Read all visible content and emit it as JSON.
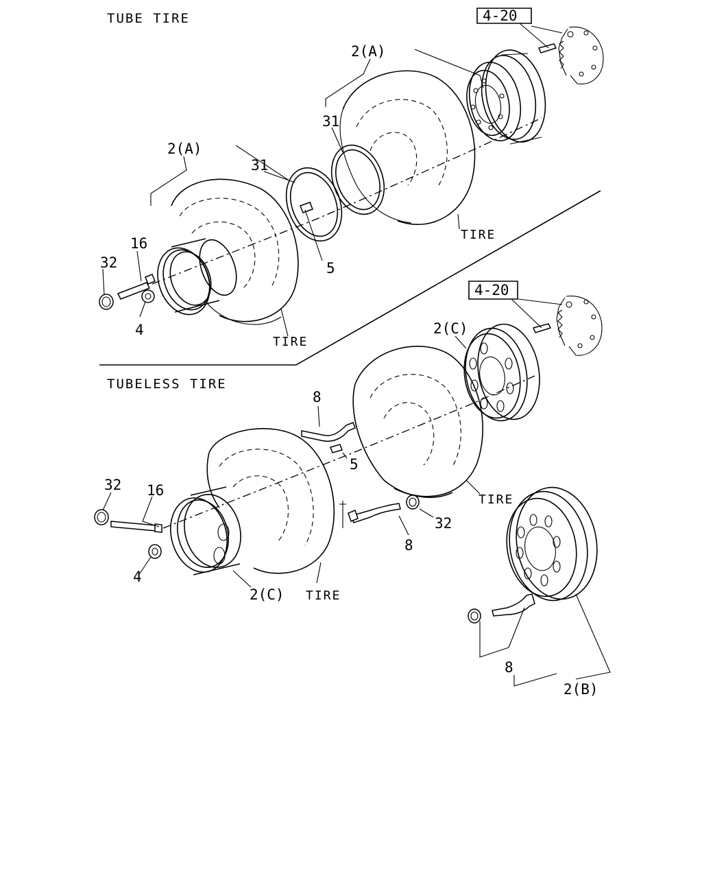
{
  "sections": {
    "tube": "TUBE TIRE",
    "tubeless": "TUBELESS TIRE"
  },
  "refs": {
    "upper": "4-20",
    "lower": "4-20"
  },
  "labels": {
    "tube_2a_right": "2(A)",
    "tube_2a_left": "2(A)",
    "tube_31_right": "31",
    "tube_31_left": "31",
    "tube_16": "16",
    "tube_32": "32",
    "tube_4": "4",
    "tube_5": "5",
    "tube_tire_right": "TIRE",
    "tube_tire_left": "TIRE",
    "tl_2c_right": "2(C)",
    "tl_8_top": "8",
    "tl_5": "5",
    "tl_tire_right": "TIRE",
    "tl_32_left": "32",
    "tl_16": "16",
    "tl_4": "4",
    "tl_2c_left": "2(C)",
    "tl_tire_left": "TIRE",
    "tl_32_right": "32",
    "tl_8_mid": "8",
    "tl_8_bottom": "8",
    "tl_2b": "2(B)"
  }
}
